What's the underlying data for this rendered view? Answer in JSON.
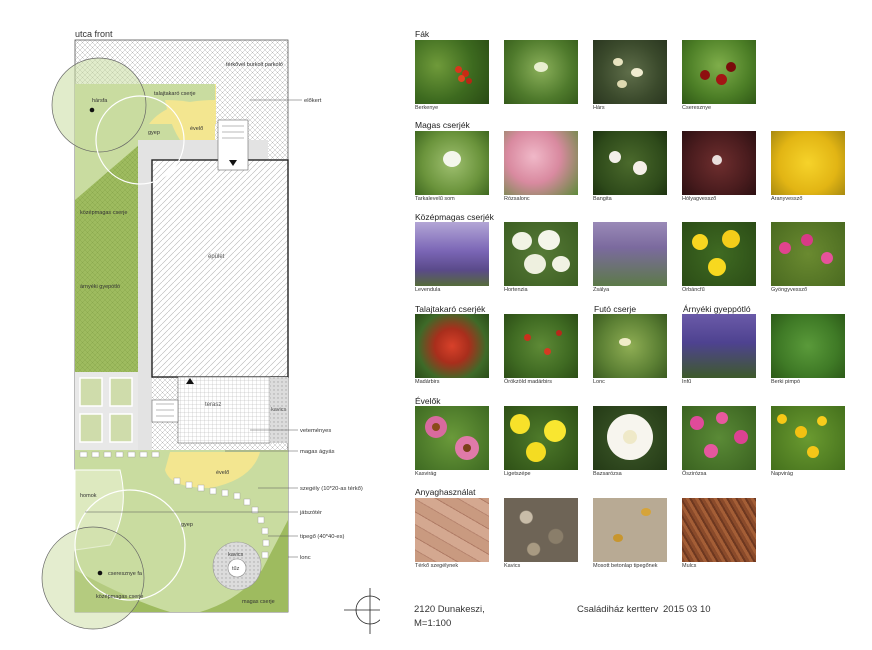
{
  "plan": {
    "street_label": "utca front",
    "labels": {
      "paved_parking": "térkővel burkolt parkoló",
      "front_yard": "előkert",
      "linden": "hársfa",
      "groundcover": "talajtakaró cserje",
      "lawn_top": "gyep",
      "perennial_top": "évelő",
      "medium_shrub": "középmagas cserje",
      "shade_groundcover": "árnyéki gyepótló",
      "building": "épület",
      "terrace": "terasz",
      "gravel": "kavics",
      "vegetable": "veteményes",
      "raised_bed": "magas ágyás",
      "perennial_mid": "évelő",
      "sand": "homok",
      "lawn_bottom": "gyep",
      "border": "szegély (10*20-as térkő)",
      "playground": "játszótér",
      "stepping": "tipegő (40*40-es)",
      "climber": "lonc",
      "fire": "tűz",
      "cherry": "cseresznye fa",
      "medium_shrub_bottom": "középmagas cserje",
      "tall_shrub": "magas cserje",
      "gravel_fire": "kavics"
    }
  },
  "sections": {
    "trees": "Fák",
    "tall_shrubs": "Magas cserjék",
    "medium_shrubs": "Középmagas cserjék",
    "groundcover": "Talajtakaró cserjék",
    "climber": "Futó cserje",
    "shade": "Árnyéki gyeppótló",
    "perennials": "Évelők",
    "materials": "Anyaghasználat"
  },
  "plants": {
    "trees": [
      "Berkenye",
      "",
      "Hárs",
      "Cseresznye"
    ],
    "tall_shrubs": [
      "Tarkalevelű som",
      "Rózsalonc",
      "Bangita",
      "Hólyagvessző",
      "Aranyvessző"
    ],
    "medium_shrubs": [
      "Levendula",
      "Hortenzia",
      "Zsálya",
      "Orbáncfű",
      "Gyöngyvessző"
    ],
    "groundcover": [
      "Madárbirs",
      "Örökzöld madárbirs"
    ],
    "climber": [
      "Lonc"
    ],
    "shade": [
      "Infű",
      "Berki pimpó"
    ],
    "perennials": [
      "Kasvirág",
      "Ligetszépe",
      "Bazsarózsa",
      "Őszirózsa",
      "Napvirág"
    ],
    "materials": [
      "Térkő szegélynek",
      "Kavics",
      "Mosott betonlap tipegőnek",
      "Mulcs"
    ]
  },
  "footer": {
    "location": "2120 Dunakeszi,",
    "scale": "M=1:100",
    "title": "Családiház kertterv",
    "date": "2015 03 10"
  },
  "colors": {
    "lawn": "#c9dca0",
    "dark_green": "#9ebb5f",
    "yellow": "#f3e690",
    "gray": "#e3e3e3"
  }
}
